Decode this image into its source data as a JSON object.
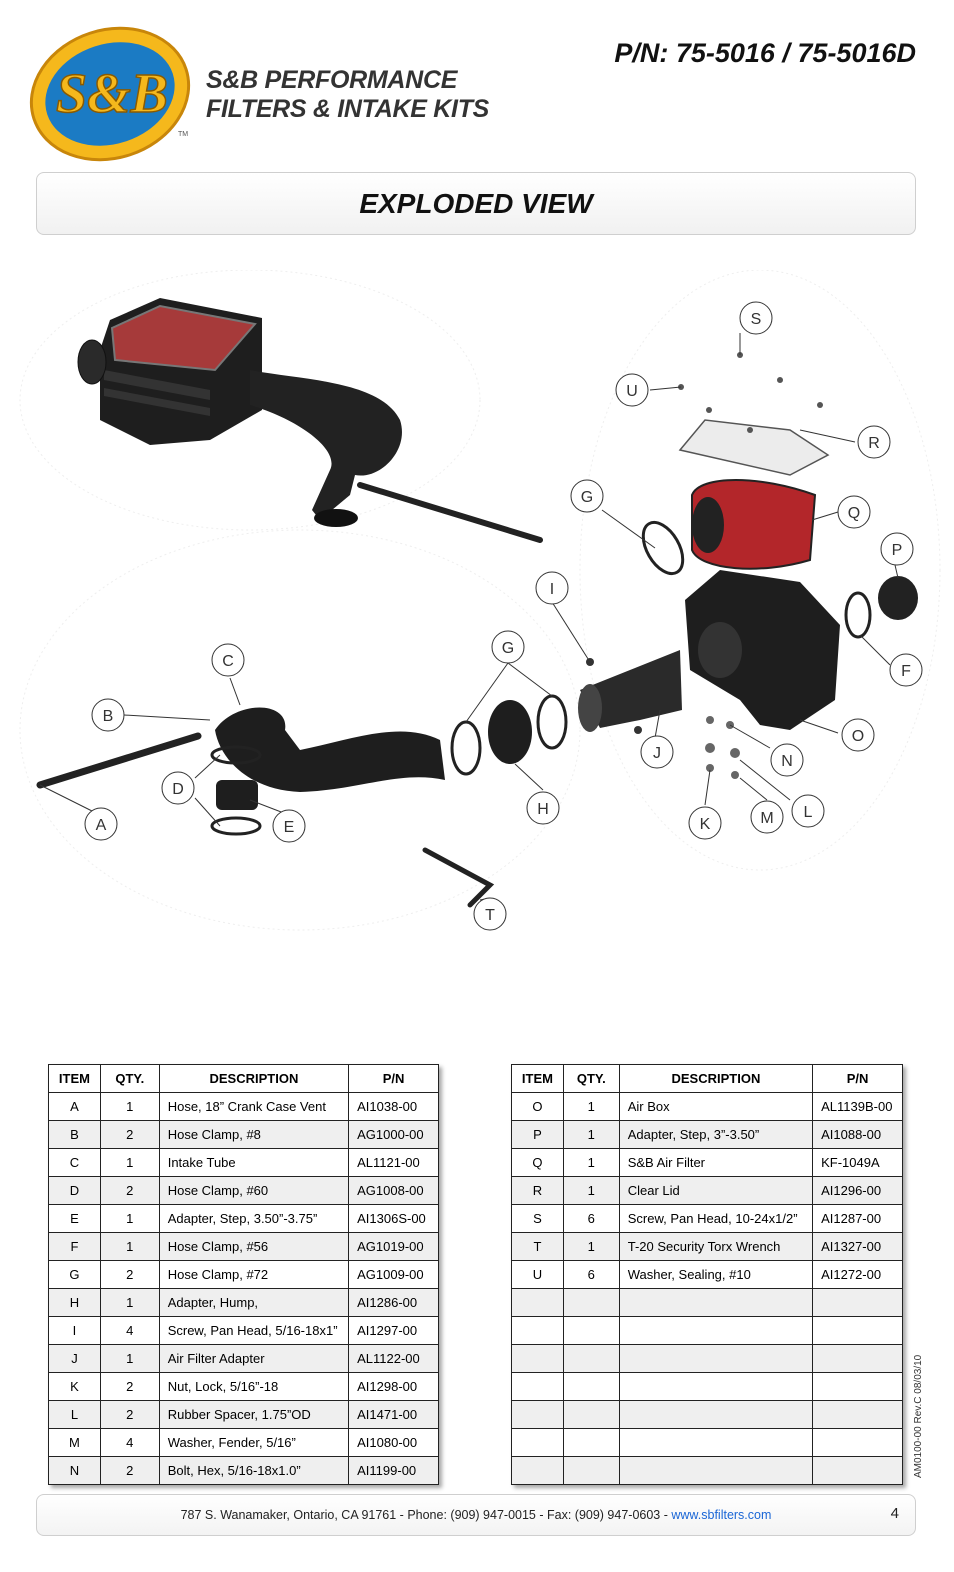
{
  "header": {
    "logo_text": "S&B",
    "brand_line1": "S&B PERFORMANCE",
    "brand_line2": "FILTERS & INTAKE KITS",
    "part_number": "P/N: 75-5016 / 75-5016D"
  },
  "title": "EXPLODED VIEW",
  "callouts": [
    "S",
    "U",
    "R",
    "G",
    "Q",
    "P",
    "I",
    "C",
    "G",
    "F",
    "B",
    "O",
    "J",
    "N",
    "D",
    "H",
    "L",
    "E",
    "A",
    "K",
    "M",
    "T"
  ],
  "colors": {
    "filter_red": "#b3262a",
    "part_black": "#1e1e1e",
    "logo_blue": "#1b7bc4",
    "logo_yellow": "#f5b81c",
    "link_blue": "#1a66d6"
  },
  "tables": {
    "headers": [
      "ITEM",
      "QTY.",
      "DESCRIPTION",
      "P/N"
    ],
    "left_rows": [
      [
        "A",
        "1",
        "Hose, 18” Crank Case Vent",
        "AI1038-00"
      ],
      [
        "B",
        "2",
        "Hose Clamp, #8",
        "AG1000-00"
      ],
      [
        "C",
        "1",
        "Intake Tube",
        "AL1121-00"
      ],
      [
        "D",
        "2",
        "Hose Clamp, #60",
        "AG1008-00"
      ],
      [
        "E",
        "1",
        "Adapter, Step, 3.50”-3.75”",
        "AI1306S-00"
      ],
      [
        "F",
        "1",
        "Hose Clamp, #56",
        "AG1019-00"
      ],
      [
        "G",
        "2",
        "Hose Clamp, #72",
        "AG1009-00"
      ],
      [
        "H",
        "1",
        "Adapter, Hump,",
        "AI1286-00"
      ],
      [
        "I",
        "4",
        "Screw, Pan Head, 5/16-18x1”",
        "AI1297-00"
      ],
      [
        "J",
        "1",
        "Air Filter Adapter",
        "AL1122-00"
      ],
      [
        "K",
        "2",
        "Nut, Lock, 5/16”-18",
        "AI1298-00"
      ],
      [
        "L",
        "2",
        "Rubber Spacer, 1.75”OD",
        "AI1471-00"
      ],
      [
        "M",
        "4",
        "Washer, Fender, 5/16”",
        "AI1080-00"
      ],
      [
        "N",
        "2",
        "Bolt, Hex, 5/16-18x1.0”",
        "AI1199-00"
      ]
    ],
    "right_rows": [
      [
        "O",
        "1",
        "Air Box",
        "AL1139B-00"
      ],
      [
        "P",
        "1",
        "Adapter, Step, 3”-3.50”",
        "AI1088-00"
      ],
      [
        "Q",
        "1",
        "S&B Air Filter",
        "KF-1049A"
      ],
      [
        "R",
        "1",
        "Clear Lid",
        "AI1296-00"
      ],
      [
        "S",
        "6",
        "Screw, Pan Head, 10-24x1/2”",
        "AI1287-00"
      ],
      [
        "T",
        "1",
        "T-20 Security Torx Wrench",
        "AI1327-00"
      ],
      [
        "U",
        "6",
        "Washer, Sealing, #10",
        "AI1272-00"
      ],
      [
        "",
        "",
        "",
        ""
      ],
      [
        "",
        "",
        "",
        ""
      ],
      [
        "",
        "",
        "",
        ""
      ],
      [
        "",
        "",
        "",
        ""
      ],
      [
        "",
        "",
        "",
        ""
      ],
      [
        "",
        "",
        "",
        ""
      ],
      [
        "",
        "",
        "",
        ""
      ]
    ]
  },
  "doc_code": "AM0100-00 Rev.C 08/03/10",
  "footer": {
    "address": "787 S. Wanamaker, Ontario, CA 91761 - Phone: (909) 947-0015 - Fax: (909) 947-0603 - ",
    "website": "www.sbfilters.com",
    "page_number": "4"
  }
}
